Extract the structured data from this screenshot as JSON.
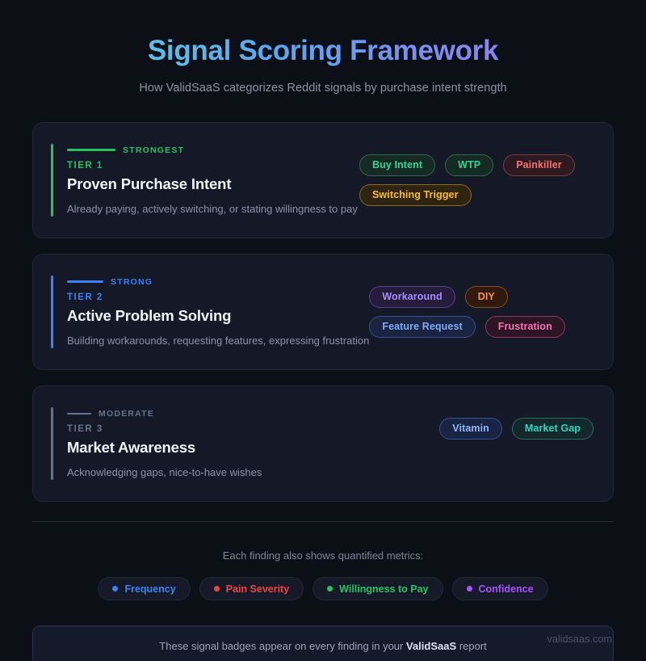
{
  "header": {
    "title": "Signal Scoring Framework",
    "subtitle": "How ValidSaaS categorizes Reddit signals by purchase intent strength",
    "title_gradient_from": "#5fd3e0",
    "title_gradient_to": "#a78bfa"
  },
  "tiers": [
    {
      "strength": "STRONGEST",
      "tier_label": "TIER 1",
      "name": "Proven Purchase Intent",
      "description": "Already paying, actively switching, or stating willingness to pay",
      "accent_color": "#22c55e",
      "dash_width": 60,
      "badges": [
        {
          "label": "Buy Intent",
          "color": "#34d399",
          "border": "#2f6b4a",
          "bg": "#152a22"
        },
        {
          "label": "WTP",
          "color": "#34d399",
          "border": "#2f6b4a",
          "bg": "#152a22"
        },
        {
          "label": "Painkiller",
          "color": "#f87171",
          "border": "#7c3b42",
          "bg": "#2d1a20"
        },
        {
          "label": "Switching Trigger",
          "color": "#fbbf24",
          "border": "#8a6a1d",
          "bg": "#2e2410"
        }
      ]
    },
    {
      "strength": "STRONG",
      "tier_label": "TIER 2",
      "name": "Active Problem Solving",
      "description": "Building workarounds, requesting features, expressing frustration",
      "accent_color": "#3b82f6",
      "dash_width": 45,
      "badges": [
        {
          "label": "Workaround",
          "color": "#a78bfa",
          "border": "#5b3f8f",
          "bg": "#241c3a"
        },
        {
          "label": "DIY",
          "color": "#fb923c",
          "border": "#8a4d1d",
          "bg": "#30190d"
        },
        {
          "label": "Feature Request",
          "color": "#7dabf8",
          "border": "#34508f",
          "bg": "#1a2340"
        },
        {
          "label": "Frustration",
          "color": "#f472b6",
          "border": "#8a3a62",
          "bg": "#2e1526"
        }
      ]
    },
    {
      "strength": "MODERATE",
      "tier_label": "TIER 3",
      "name": "Market Awareness",
      "description": "Acknowledging gaps, nice-to-have wishes",
      "accent_color": "#64748b",
      "dash_width": 30,
      "badges": [
        {
          "label": "Vitamin",
          "color": "#93b4f5",
          "border": "#35508c",
          "bg": "#192444"
        },
        {
          "label": "Market Gap",
          "color": "#2dd4bf",
          "border": "#2a6a63",
          "bg": "#12282a"
        }
      ]
    }
  ],
  "metrics": {
    "caption": "Each finding also shows quantified metrics:",
    "items": [
      {
        "label": "Frequency",
        "color": "#3b82f6"
      },
      {
        "label": "Pain Severity",
        "color": "#ef4444"
      },
      {
        "label": "Willingness to Pay",
        "color": "#22c55e"
      },
      {
        "label": "Confidence",
        "color": "#a855f7"
      }
    ]
  },
  "footer": {
    "text_before": "These signal badges appear on every finding in your ",
    "brand": "ValidSaaS",
    "text_after": " report",
    "watermark": "validsaas.com"
  }
}
